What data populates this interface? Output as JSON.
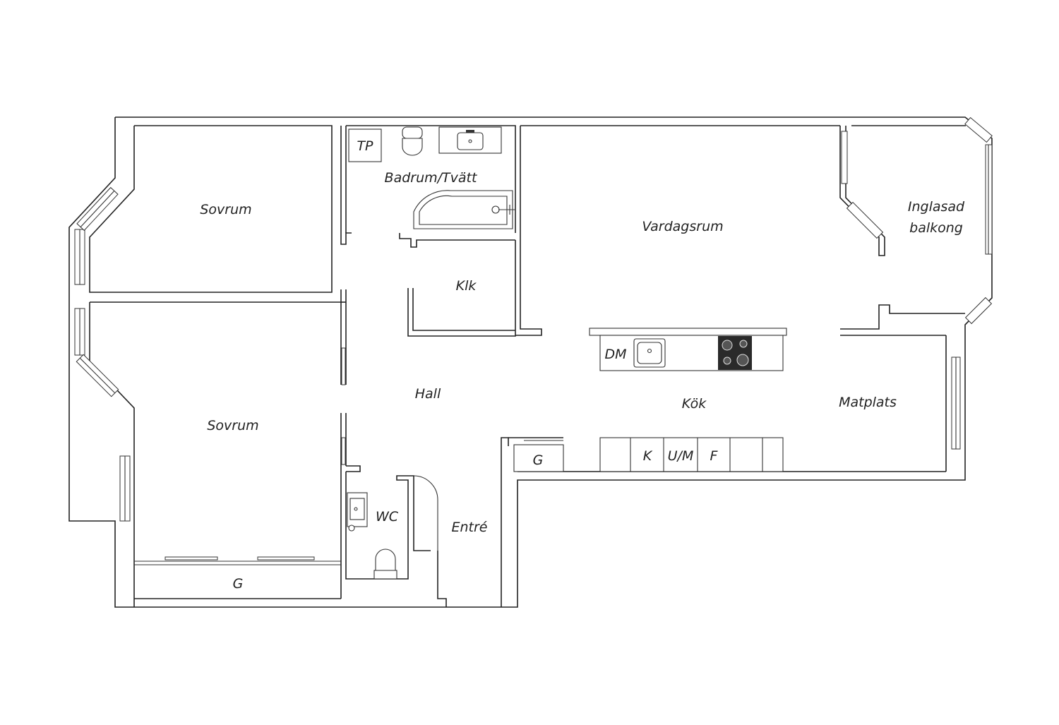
{
  "rooms": {
    "sovrum_top": "Sovrum",
    "sovrum_bottom": "Sovrum",
    "badrum": "Badrum/Tvätt",
    "tp": "TP",
    "klk": "Klk",
    "hall": "Hall",
    "wc": "WC",
    "entre": "Entré",
    "vardagsrum": "Vardagsrum",
    "balkong_line1": "Inglasad",
    "balkong_line2": "balkong",
    "dm": "DM",
    "kok": "Kök",
    "matplats": "Matplats",
    "garderob_kitchen": "G",
    "garderob_bedroom": "G",
    "k": "K",
    "um": "U/M",
    "f": "F"
  },
  "colors": {
    "wall": "#222222",
    "background": "#ffffff",
    "stove": "#2a2a2a"
  }
}
